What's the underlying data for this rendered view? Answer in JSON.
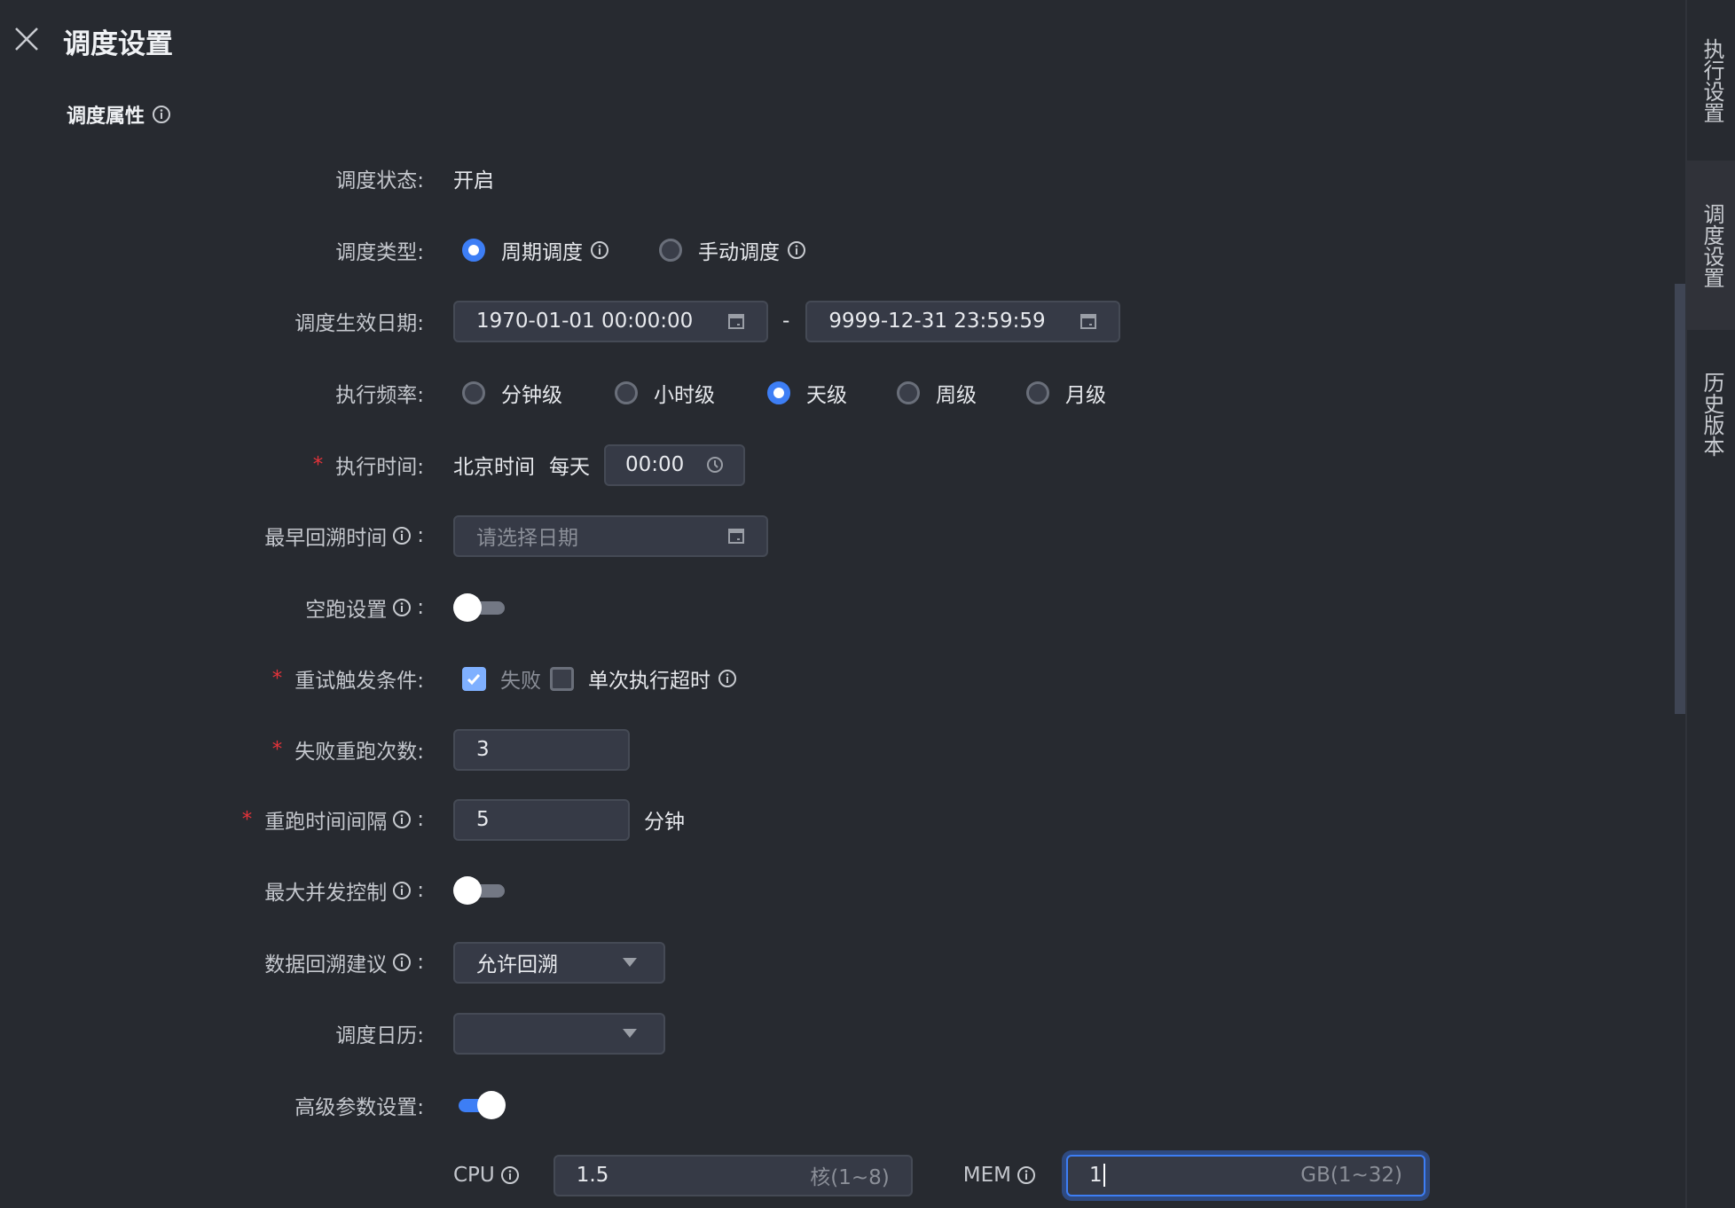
{
  "header": {
    "title": "调度设置",
    "close_icon": "close-icon"
  },
  "section": {
    "title": "调度属性"
  },
  "form": {
    "status": {
      "label": "调度状态:",
      "value": "开启"
    },
    "type": {
      "label": "调度类型:",
      "options": [
        {
          "label": "周期调度",
          "selected": true
        },
        {
          "label": "手动调度",
          "selected": false
        }
      ]
    },
    "effective": {
      "label": "调度生效日期:",
      "start": "1970-01-01 00:00:00",
      "separator": "-",
      "end": "9999-12-31 23:59:59"
    },
    "frequency": {
      "label": "执行频率:",
      "options": [
        {
          "label": "分钟级",
          "selected": false
        },
        {
          "label": "小时级",
          "selected": false
        },
        {
          "label": "天级",
          "selected": true
        },
        {
          "label": "周级",
          "selected": false
        },
        {
          "label": "月级",
          "selected": false
        }
      ]
    },
    "time": {
      "label": "执行时间:",
      "required": "*",
      "timezone": "北京时间",
      "period": "每天",
      "value": "00:00"
    },
    "backtrack": {
      "label": "最早回溯时间",
      "colon": ":",
      "placeholder": "请选择日期"
    },
    "dryrun": {
      "label": "空跑设置",
      "colon": ":",
      "enabled": false
    },
    "retry": {
      "label": "重试触发条件:",
      "required": "*",
      "options": [
        {
          "label": "失败",
          "checked": true
        },
        {
          "label": "单次执行超时",
          "checked": false
        }
      ]
    },
    "retry_count": {
      "label": "失败重跑次数:",
      "required": "*",
      "value": "3"
    },
    "retry_interval": {
      "label": "重跑时间间隔",
      "colon": ":",
      "required": "*",
      "value": "5",
      "unit": "分钟"
    },
    "concurrency": {
      "label": "最大并发控制",
      "colon": ":",
      "enabled": false
    },
    "backfill": {
      "label": "数据回溯建议",
      "colon": ":",
      "value": "允许回溯"
    },
    "calendar": {
      "label": "调度日历:",
      "value": ""
    },
    "advanced": {
      "label": "高级参数设置:",
      "enabled": true
    },
    "cpu": {
      "label": "CPU",
      "value": "1.5",
      "suffix": "核(1~8)"
    },
    "mem": {
      "label": "MEM",
      "value": "1",
      "suffix": "GB(1~32)"
    }
  },
  "side_tabs": [
    {
      "label": "执行设置",
      "active": false
    },
    {
      "label": "调度设置",
      "active": true
    },
    {
      "label": "历史版本",
      "active": false
    }
  ],
  "colors": {
    "accent": "#3d7ef5",
    "background": "#272a30",
    "required": "#e5333a"
  }
}
